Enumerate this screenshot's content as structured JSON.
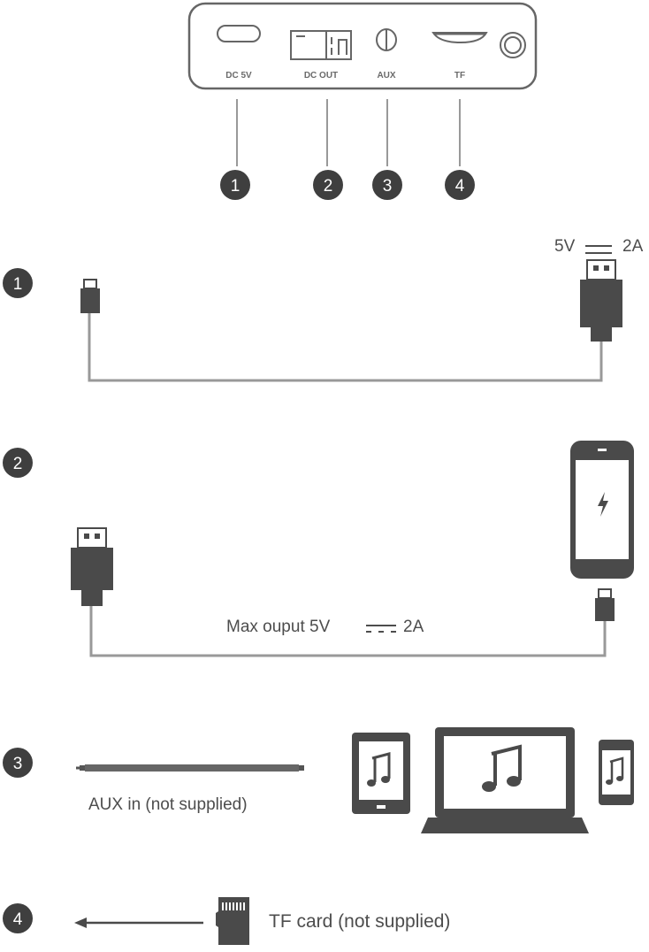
{
  "device": {
    "port_labels": [
      "DC 5V",
      "DC OUT",
      "AUX",
      "TF"
    ]
  },
  "callouts": [
    "1",
    "2",
    "3",
    "4"
  ],
  "sections": [
    {
      "number": "1",
      "rating_voltage": "5V",
      "rating_current": "2A"
    },
    {
      "number": "2",
      "caption_prefix": "Max ouput 5V",
      "caption_suffix": "2A"
    },
    {
      "number": "3",
      "caption": "AUX in (not supplied)"
    },
    {
      "number": "4",
      "caption": "TF card (not supplied)"
    }
  ],
  "icons": {
    "flash": "lightning-bolt-icon",
    "music": "music-note-icon",
    "arrow": "arrow-left-icon"
  },
  "colors": {
    "dark_gray": "#4a4a4a",
    "mid_gray": "#666666",
    "light_gray": "#9a9a9a",
    "badge": "#3f3f3f"
  }
}
